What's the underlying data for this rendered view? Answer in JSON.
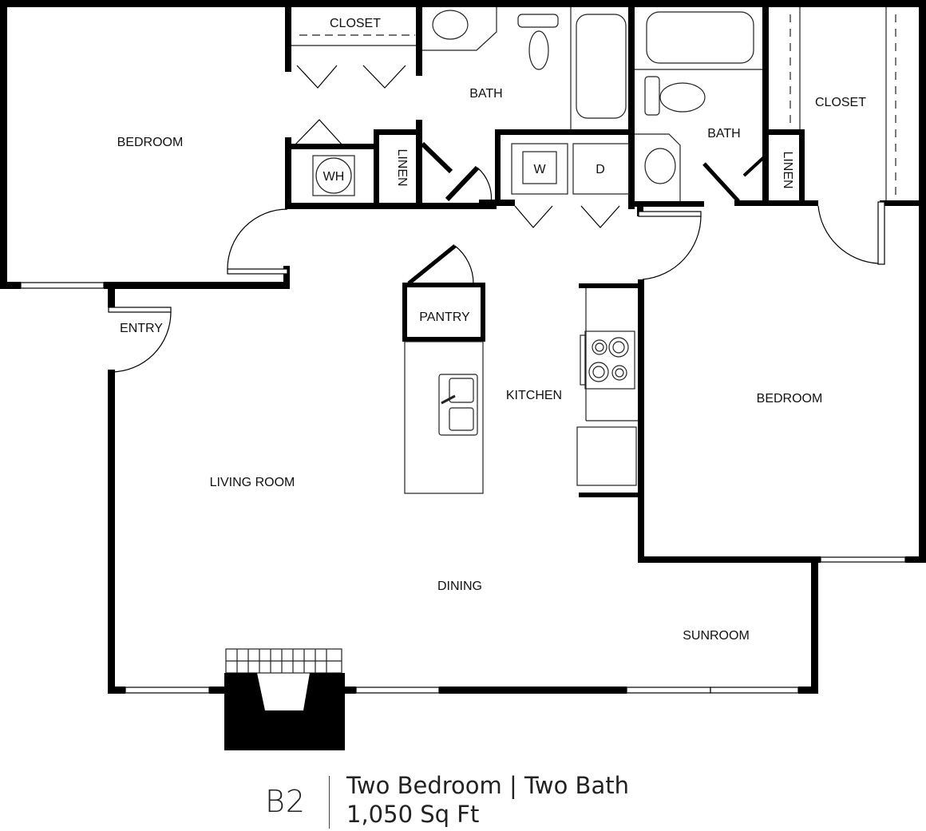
{
  "plan": {
    "unit_code": "B2",
    "description": "Two Bedroom | Two Bath",
    "area": "1,050 Sq Ft",
    "colors": {
      "wall": "#000000",
      "fixture_line": "#333333",
      "background": "#ffffff"
    }
  },
  "rooms": {
    "bedroom_1": "BEDROOM",
    "closet_1": "CLOSET",
    "bath_1": "BATH",
    "water_heater": "WH",
    "linen_1": "LINEN",
    "washer": "W",
    "dryer": "D",
    "bath_2": "BATH",
    "linen_2": "LINEN",
    "closet_2": "CLOSET",
    "entry": "ENTRY",
    "pantry": "PANTRY",
    "kitchen": "KITCHEN",
    "bedroom_2": "BEDROOM",
    "living_room": "LIVING ROOM",
    "dining": "DINING",
    "sunroom": "SUNROOM"
  }
}
